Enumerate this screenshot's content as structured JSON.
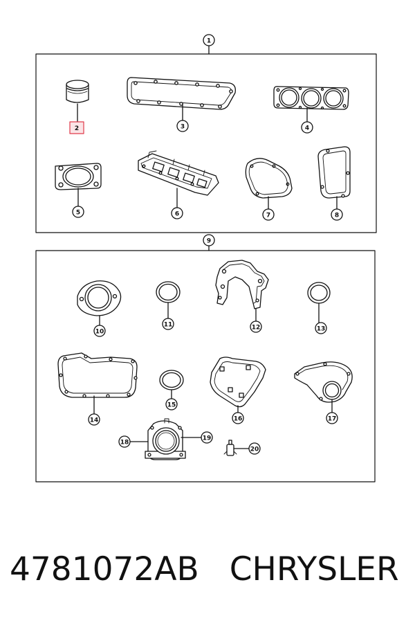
{
  "kit_callout": "1",
  "lower_group_callout": "9",
  "parts": [
    {
      "num": "2",
      "name": "seal-plug",
      "highlight": true
    },
    {
      "num": "3",
      "name": "valve-cover-gasket"
    },
    {
      "num": "4",
      "name": "cylinder-head-gasket"
    },
    {
      "num": "5",
      "name": "exhaust-flange-gasket"
    },
    {
      "num": "6",
      "name": "intake-manifold-gasket"
    },
    {
      "num": "7",
      "name": "timing-cover-gasket"
    },
    {
      "num": "8",
      "name": "intake-plenum-gasket"
    },
    {
      "num": "10",
      "name": "thermostat-housing-gasket"
    },
    {
      "num": "11",
      "name": "o-ring-seal"
    },
    {
      "num": "12",
      "name": "front-cover-gasket"
    },
    {
      "num": "13",
      "name": "o-ring-seal"
    },
    {
      "num": "14",
      "name": "oil-pan-gasket"
    },
    {
      "num": "15",
      "name": "o-ring-seal"
    },
    {
      "num": "16",
      "name": "water-pump-gasket"
    },
    {
      "num": "17",
      "name": "water-outlet-gasket"
    },
    {
      "num": "18",
      "name": "rear-main-seal-retainer"
    },
    {
      "num": "19",
      "name": "rear-main-seal"
    },
    {
      "num": "20",
      "name": "sensor"
    }
  ],
  "highlight_color": "#e03a4a",
  "caption": {
    "part_number": "4781072AB",
    "brand": "CHRYSLER"
  }
}
